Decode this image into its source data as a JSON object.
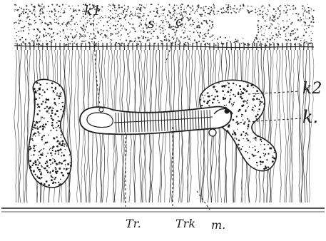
{
  "figure": {
    "labels": {
      "k1": "k1",
      "s": "s",
      "c": "c",
      "k2": "k2",
      "k": "k.",
      "tr": "Tr.",
      "trk": "Trk",
      "m": "m."
    },
    "colors": {
      "ink": "#1e1e1e",
      "paper": "#ffffff",
      "stipple": "#3a3a3a"
    }
  }
}
